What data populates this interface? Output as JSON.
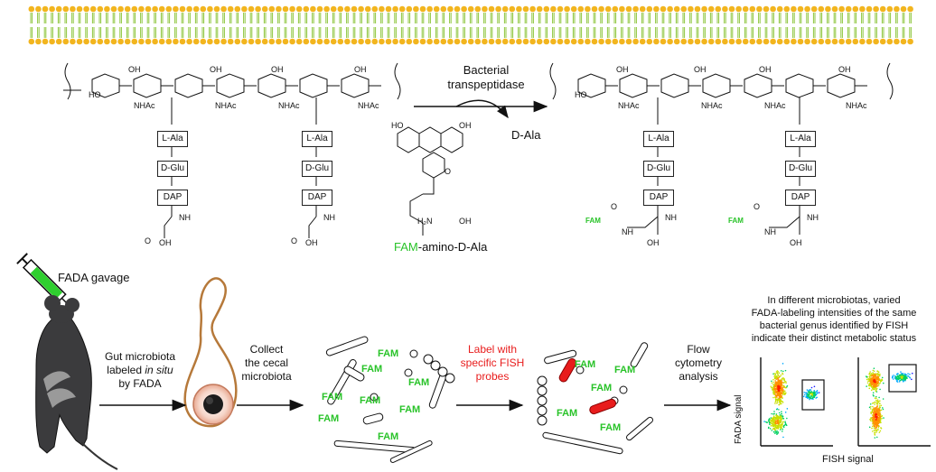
{
  "top": {
    "enzyme_line1": "Bacterial",
    "enzyme_line2": "transpeptidase",
    "byproduct": "D-Ala",
    "probe_green": "FAM",
    "probe_rest": "-amino-D-Ala",
    "peptide": [
      "L-Ala",
      "D-Glu",
      "DAP"
    ],
    "sugar_labels": {
      "oh": "OH",
      "ho": "HO",
      "nhac": "NHAc",
      "o": "O",
      "nh": "NH",
      "h2n": "H₂N"
    },
    "fam_tag": "FAM"
  },
  "bottom": {
    "gavage": "FADA gavage",
    "step1_line1": "Gut microbiota",
    "step1_line2a": "labeled ",
    "step1_line2b": "in situ",
    "step1_line3": "by FADA",
    "step2_line1": "Collect",
    "step2_line2": "the cecal",
    "step2_line3": "microbiota",
    "step3_line1": "Label with",
    "step3_line2": "specific FISH",
    "step3_line3": "probes",
    "step4_line1": "Flow",
    "step4_line2": "cytometry",
    "step4_line3": "analysis",
    "conclusion": [
      "In different microbiotas, varied",
      "FADA-labeling intensities of the same",
      "bacterial genus identified by FISH",
      "indicate their distinct metabolic status"
    ],
    "fam_label": "FAM",
    "y_axis": "FADA signal",
    "x_axis": "FISH signal"
  },
  "colors": {
    "membrane_head": "#f2b51e",
    "membrane_tail": "#8fc63f",
    "fam_green": "#29c329",
    "fish_red": "#e81c1c",
    "syringe_green": "#2fcf2f"
  }
}
